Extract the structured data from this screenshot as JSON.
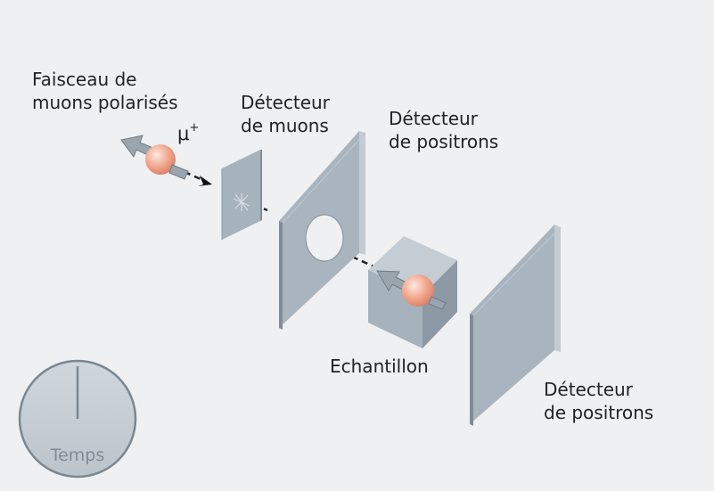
{
  "labels": {
    "beam_line1": "Faisceau de",
    "beam_line2": "muons polarisés",
    "muon_symbol": "μ",
    "muon_charge": "+",
    "muon_detector_line1": "Détecteur",
    "muon_detector_line2": "de muons",
    "positron_detector_top_line1": "Détecteur",
    "positron_detector_top_line2": "de positrons",
    "sample": "Echantillon",
    "positron_detector_bottom_line1": "Détecteur",
    "positron_detector_bottom_line2": "de positrons",
    "clock": "Temps"
  },
  "colors": {
    "background": "#eef0f2",
    "panel_front": "#a6b2bc",
    "panel_side": "#7f8d98",
    "panel_top": "#c4ccd3",
    "muon_ball": "#f2a88e",
    "spin_arrow": "#8f9aa3",
    "clock_face": "#c3cad1",
    "text": "#222222"
  },
  "icons": {
    "muon": "sphere-with-spin-arrow",
    "clock": "stopwatch-face"
  }
}
